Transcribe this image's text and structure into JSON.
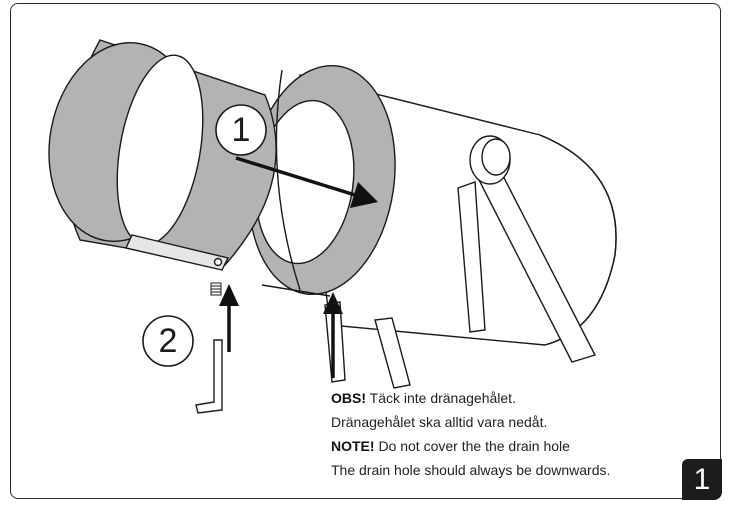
{
  "illustration": {
    "step_1": "1",
    "step_2": "2"
  },
  "notes": {
    "swedish_bold": "OBS!",
    "swedish_line1": " Täck inte dränagehålet.",
    "swedish_line2": "Dränagehålet ska alltid vara nedåt.",
    "english_bold": "NOTE!",
    "english_line1": " Do not cover the the drain hole",
    "english_line2": "The drain hole should always be downwards."
  },
  "page_number": "1",
  "colors": {
    "outline": "#1a1a1a",
    "shade_gray": "#b3b3b3",
    "light_gray": "#e6e6e6",
    "badge": "#1c1c1c"
  }
}
